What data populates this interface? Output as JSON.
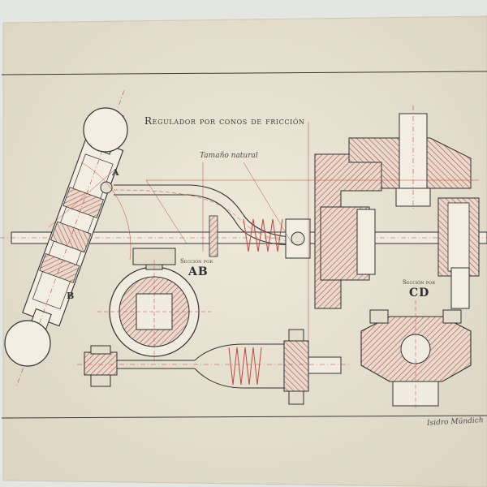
{
  "drawing": {
    "title": "Regulador por conos de fricción",
    "subtitle": "Tamaño natural",
    "section_ab": {
      "prefix": "Sección por",
      "letters": "AB"
    },
    "section_cd": {
      "prefix": "Sección por",
      "letters": "CD"
    },
    "point_labels": [
      "A",
      "B"
    ],
    "signature": "Isidro Mündich"
  },
  "colors": {
    "paper": "#ece6d6",
    "ink": "#2f3136",
    "red_ink": "#c0473f",
    "hatch": "#8a6a58",
    "background": "#e4e6e3"
  }
}
